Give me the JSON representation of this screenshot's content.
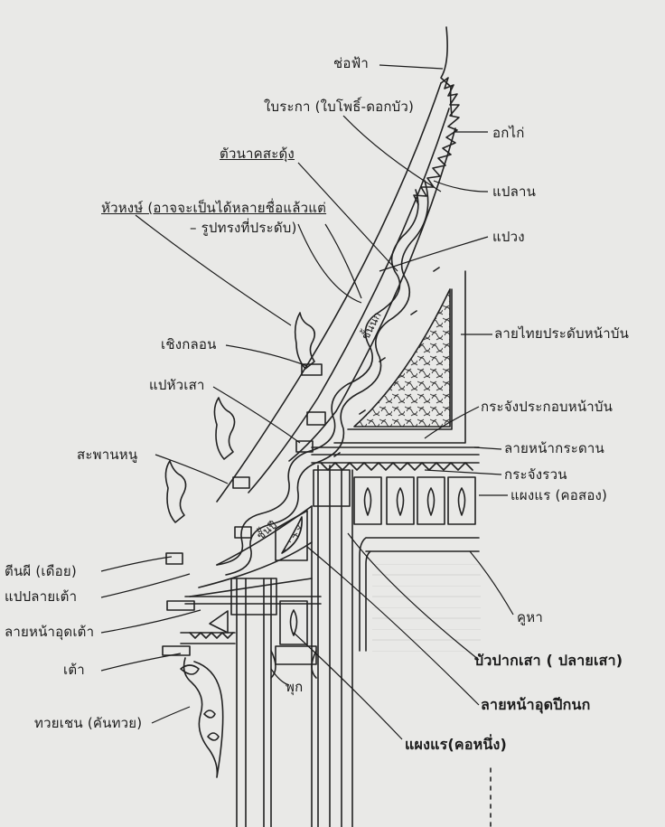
{
  "labels": {
    "cho_fa": "ช่อฟ้า",
    "bai_raka": "ใบระกา (ใบโพธิ์-ดอกบัว)",
    "ok_kai": "อกไก่",
    "tua_nak": "ตัวนาคสะดุ้ง",
    "pae_lan": "แปลาน",
    "hang_hong_1": "หัวหงษ์ (อาจจะเป็นได้หลายชื่อแล้วแต่",
    "hang_hong_2": "– รูปทรงที่ประดับ)",
    "pae_wong": "แปวง",
    "lai_thai": "ลายไทยประดับหน้าบัน",
    "ruan_nok": "ชั้นนก",
    "choeng_klon": "เชิงกลอน",
    "pae_hua_sao": "แปหัวเสา",
    "kracha_prakop": "กระจังประกอบหน้าบัน",
    "lai_na_kradan": "ลายหน้ากระดาน",
    "saphan_nu": "สะพานหนู",
    "kracha_ruan": "กระจังรวน",
    "paeng_rae_kho_long": "แผงแร (คอสอง)",
    "chan_pee": "ชั้นปี",
    "tin_phi": "ตีนผี (เดือย)",
    "pae_plai_tao": "แปปลายเต้า",
    "khu_ha": "คูหา",
    "lai_na_ud_tao": "ลายหน้าอุดเต้า",
    "bua_pak_sao": "บัวปากเสา ( ปลายเสา)",
    "tao": "เต้า",
    "lai_na_ud_peek_nok": "ลายหน้าอุดปีกนก",
    "phuk": "พุก",
    "kan_thuai": "ทวยเชน (คันทวย)",
    "paeng_rae_kho_nueng": "แผงแร(คอหนึ่ง)"
  }
}
